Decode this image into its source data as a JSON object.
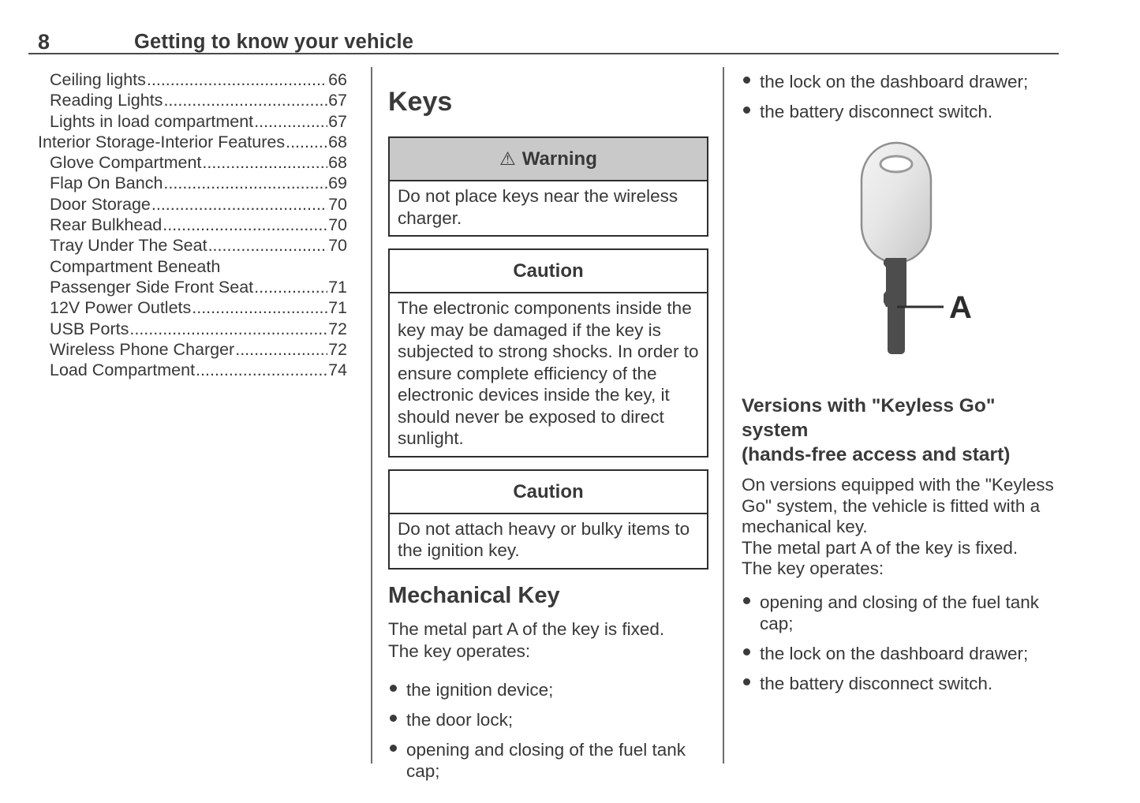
{
  "page": {
    "number": "8",
    "title": "Getting to know your vehicle"
  },
  "colors": {
    "warning_header_bg": "#c9c9c9",
    "text": "#383838"
  },
  "toc": {
    "rows": [
      {
        "label": "Ceiling lights",
        "page": "66"
      },
      {
        "label": "Reading Lights",
        "page": "67"
      },
      {
        "label": "Lights in load compartment",
        "page": "67"
      },
      {
        "label": "Interior Storage-Interior Features",
        "page": "68"
      },
      {
        "label": "Glove Compartment",
        "page": "68"
      },
      {
        "label": "Flap On Banch",
        "page": "69"
      },
      {
        "label": "Door Storage",
        "page": "70"
      },
      {
        "label": "Rear Bulkhead",
        "page": "70"
      },
      {
        "label": "Tray Under The Seat",
        "page": "70"
      },
      {
        "label": "Compartment Beneath",
        "page": ""
      },
      {
        "label": "Passenger Side Front Seat",
        "page": "71"
      },
      {
        "label": "12V Power Outlets",
        "page": "71"
      },
      {
        "label": "USB Ports",
        "page": "72"
      },
      {
        "label": "Wireless Phone Charger",
        "page": "72"
      },
      {
        "label": "Load Compartment",
        "page": "74"
      }
    ]
  },
  "keys_section": {
    "title": "Keys",
    "warning": {
      "icon": "warning-triangle",
      "icon_glyph": "⚠",
      "header": "Warning",
      "body": "Do not place keys near the wireless charger."
    },
    "caution1": {
      "header": "Caution",
      "body": "The electronic components inside the key may be damaged if the key is subjected to strong shocks. In order to ensure complete efficiency of the electronic devices inside the key, it should never be exposed to direct sunlight."
    },
    "caution2": {
      "header": "Caution",
      "body": "Do not attach heavy or bulky items to the ignition key."
    }
  },
  "mechanical_key": {
    "title": "Mechanical Key",
    "lines": [
      "The metal part A of the key is fixed.",
      "The key operates:"
    ],
    "bullets": [
      "the ignition device;",
      "the door lock;",
      "opening and closing of the fuel tank cap;"
    ]
  },
  "right_column": {
    "top_bullets": [
      "the lock on the dashboard drawer;",
      "the battery disconnect switch."
    ],
    "figure": {
      "label": "A"
    },
    "keyless": {
      "title": "Versions with \"Keyless Go\" system\n(hands-free access and start)",
      "lines": [
        "On versions equipped with the \"Keyless Go\" system, the vehicle is fitted with a mechanical key.",
        "The metal part A of the key is fixed.",
        "The key operates:"
      ],
      "bullets": [
        "opening and closing of the fuel tank cap;",
        "the lock on the dashboard drawer;",
        "the battery disconnect switch."
      ]
    }
  }
}
